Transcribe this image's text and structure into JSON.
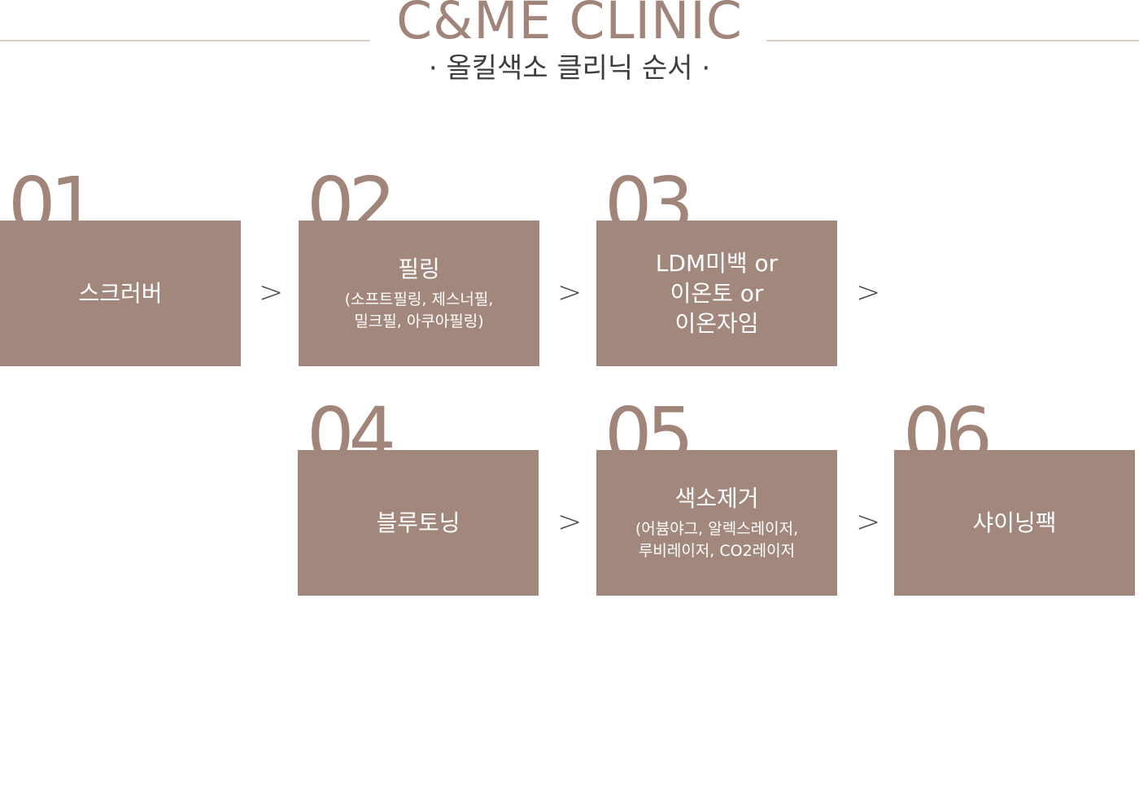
{
  "header": {
    "brand": "C&ME CLINIC",
    "subtitle": "· 올킬색소 클리닉 순서 ·"
  },
  "colors": {
    "box": "#a2877c",
    "number": "#a08578",
    "brand": "#a1857a",
    "line": "#d9d0c8",
    "text_dark": "#3d3d3d"
  },
  "arrow_glyph": ">",
  "steps": [
    {
      "number": "01",
      "title": "스크러버",
      "detail": ""
    },
    {
      "number": "02",
      "title": "필링",
      "detail": "(소프트필링, 제스너필,\n밀크필, 아쿠아필링)"
    },
    {
      "number": "03",
      "title": "LDM미백 or\n이온토 or\n이온자임",
      "detail": ""
    },
    {
      "number": "04",
      "title": "블루토닝",
      "detail": ""
    },
    {
      "number": "05",
      "title": "색소제거",
      "detail": "(어븀야그, 알렉스레이저,\n루비레이저, CO2레이저"
    },
    {
      "number": "06",
      "title": "샤이닝팩",
      "detail": ""
    }
  ]
}
